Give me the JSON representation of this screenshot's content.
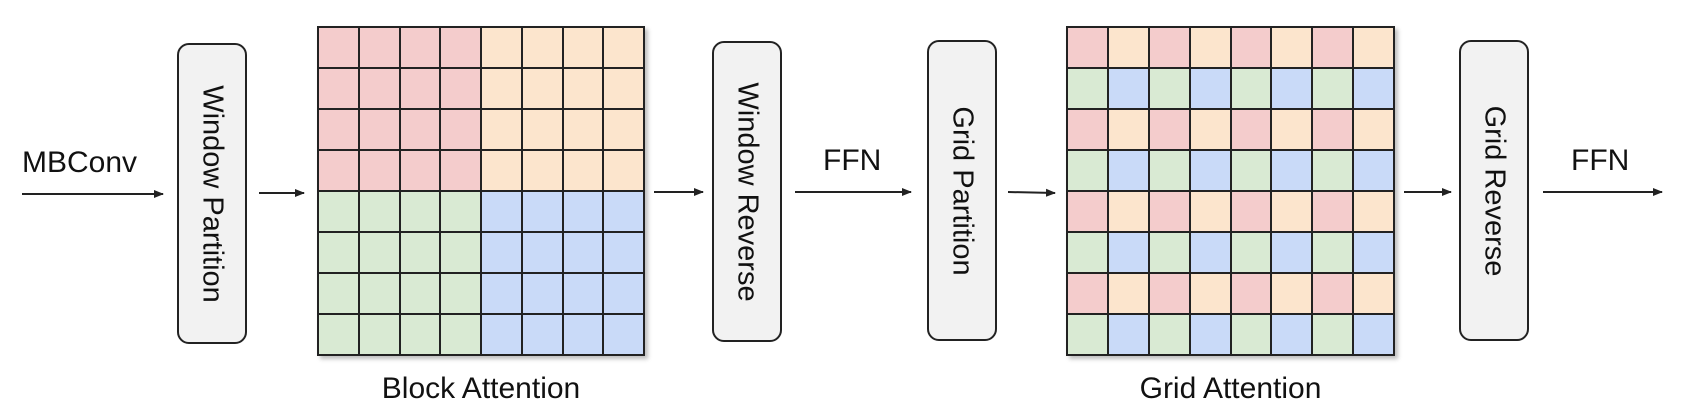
{
  "labels": {
    "input": "MBConv",
    "ffn_1": "FFN",
    "ffn_2": "FFN"
  },
  "operations": {
    "window_partition": "Window Partition",
    "window_reverse": "Window Reverse",
    "grid_partition": "Grid Partition",
    "grid_reverse": "Grid Reverse"
  },
  "captions": {
    "block_attention": "Block Attention",
    "grid_attention": "Grid Attention"
  },
  "colors": {
    "red": "#f4cccc",
    "orange": "#fce5cd",
    "green": "#d9ead3",
    "blue": "#c9daf8",
    "box_fill": "#f2f2f2",
    "line": "#222222"
  },
  "block_grid": {
    "rows": 8,
    "cols": 8,
    "pattern": "quadrants",
    "quadrant_colors": [
      "red",
      "orange",
      "green",
      "blue"
    ]
  },
  "grid_grid": {
    "rows": 8,
    "cols": 8,
    "pattern": "alternating",
    "row_even_colors": [
      "red",
      "orange"
    ],
    "row_odd_colors": [
      "green",
      "blue"
    ]
  }
}
